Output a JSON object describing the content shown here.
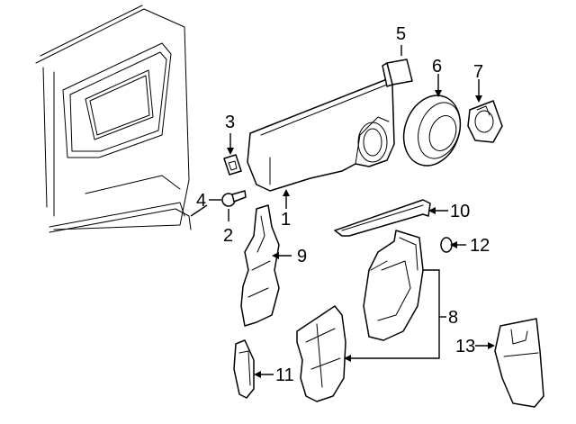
{
  "colors": {
    "line": "#000000",
    "background": "#ffffff"
  },
  "diagram": {
    "callouts": {
      "c1": "1",
      "c2": "2",
      "c3": "3",
      "c4": "4",
      "c5": "5",
      "c6": "6",
      "c7": "7",
      "c8": "8",
      "c9": "9",
      "c10": "10",
      "c11": "11",
      "c12": "12",
      "c13": "13"
    }
  }
}
